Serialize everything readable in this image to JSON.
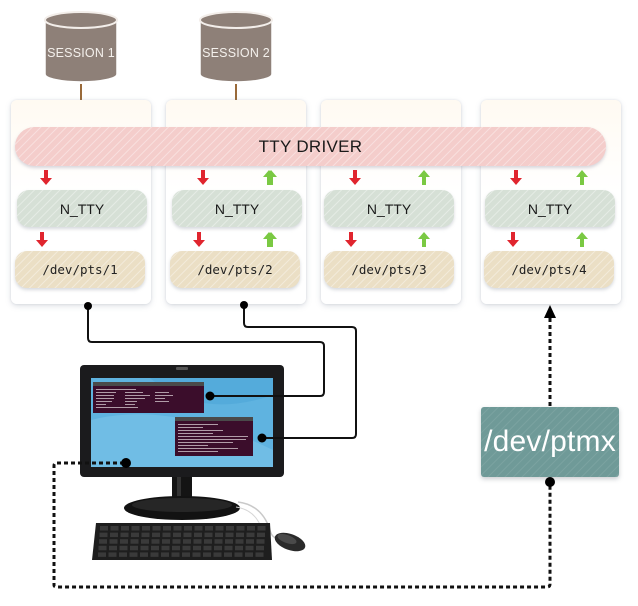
{
  "diagram": {
    "sessions": [
      {
        "label": "SESSION 1"
      },
      {
        "label": "SESSION 2"
      }
    ],
    "tty_driver": {
      "label": "TTY DRIVER"
    },
    "columns": [
      {
        "ldisc": "N_TTY",
        "device": "/dev/pts/1"
      },
      {
        "ldisc": "N_TTY",
        "device": "/dev/pts/2"
      },
      {
        "ldisc": "N_TTY",
        "device": "/dev/pts/3"
      },
      {
        "ldisc": "N_TTY",
        "device": "/dev/pts/4"
      }
    ],
    "master": {
      "label": "/dev/ptmx"
    },
    "computer": {
      "icon": "desktop-computer-icon",
      "screen_windows": [
        "terminal-window-1",
        "terminal-window-2"
      ]
    },
    "colors": {
      "session": "#8e8078",
      "tty_driver": "#f4cdcb",
      "ldisc": "#d6e0d6",
      "device": "#ebdfc5",
      "master": "#6f9a98",
      "down_arrow": "#e0252e",
      "up_arrow": "#7ac943"
    }
  }
}
